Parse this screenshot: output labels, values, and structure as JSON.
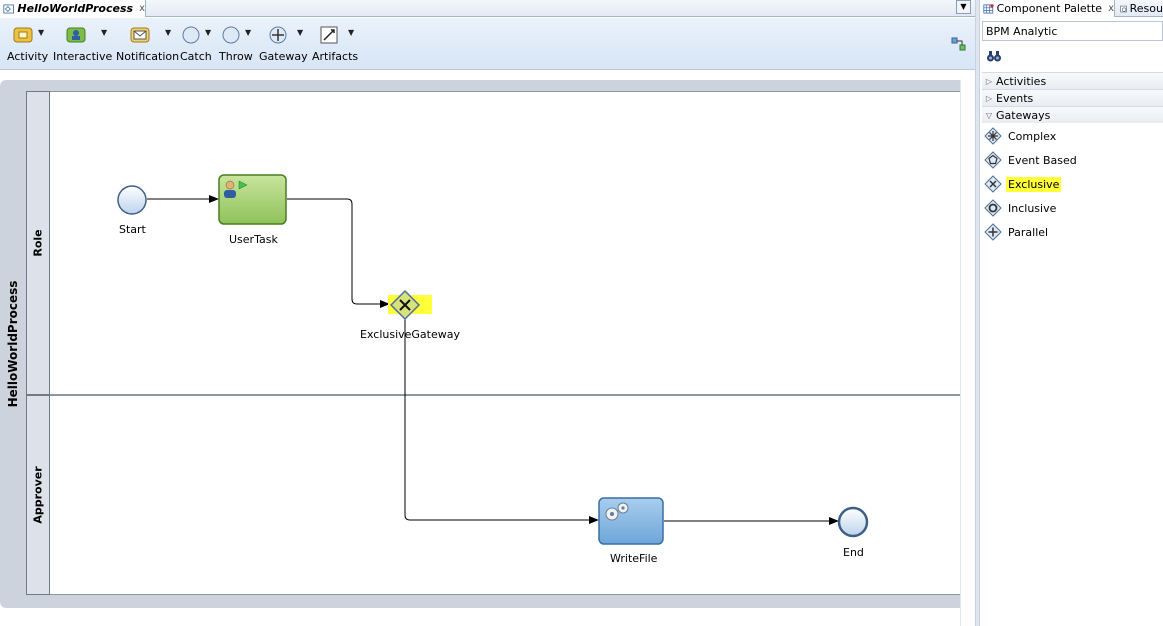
{
  "editor": {
    "tab_title": "HelloWorldProcess",
    "tab_close": "x"
  },
  "toolbar": {
    "items": [
      {
        "label": "Activity",
        "icon": "activity-icon",
        "color": "#f0c040"
      },
      {
        "label": "Interactive",
        "icon": "interactive-icon",
        "color": "#7dbb4a"
      },
      {
        "label": "Notification",
        "icon": "envelope-icon",
        "color": "#f2d36b"
      },
      {
        "label": "Catch",
        "icon": "catch-circle-icon",
        "color": "#dfe9f5"
      },
      {
        "label": "Throw",
        "icon": "throw-circle-icon",
        "color": "#dfe9f5"
      },
      {
        "label": "Gateway",
        "icon": "gateway-plus-icon",
        "color": "#dfe9f5"
      },
      {
        "label": "Artifacts",
        "icon": "artifacts-icon",
        "color": "#ffffff"
      }
    ]
  },
  "process": {
    "pool_name": "HelloWorldProcess",
    "lanes": [
      {
        "name": "Role"
      },
      {
        "name": "Approver"
      }
    ],
    "nodes": {
      "start": "Start",
      "user_task": "UserTask",
      "gateway": "ExclusiveGateway",
      "write_file": "WriteFile",
      "end": "End"
    },
    "highlight_color": "#ffff3a"
  },
  "palette": {
    "tabs": [
      {
        "label": "Component Palette",
        "close": "x"
      },
      {
        "label": "Resou"
      }
    ],
    "selected_category": "BPM Analytic",
    "sections": {
      "activities": "Activities",
      "events": "Events",
      "gateways": "Gateways"
    },
    "gateway_items": [
      {
        "label": "Complex",
        "icon": "complex-gateway-icon",
        "highlight": false
      },
      {
        "label": "Event Based",
        "icon": "event-based-gateway-icon",
        "highlight": false
      },
      {
        "label": "Exclusive",
        "icon": "exclusive-gateway-icon",
        "highlight": true
      },
      {
        "label": "Inclusive",
        "icon": "inclusive-gateway-icon",
        "highlight": false
      },
      {
        "label": "Parallel",
        "icon": "parallel-gateway-icon",
        "highlight": false
      }
    ]
  }
}
